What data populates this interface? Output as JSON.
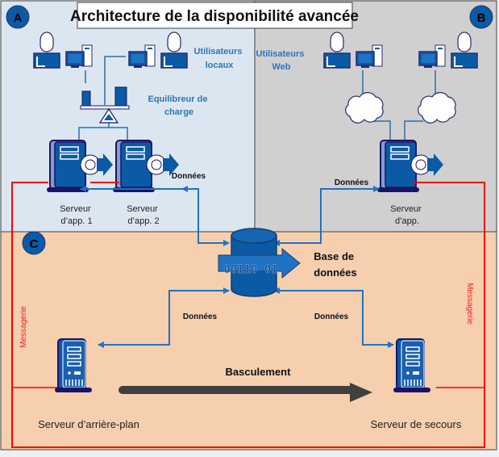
{
  "title": "Architecture de la disponibilité avancée",
  "zones": {
    "a": {
      "badge": "A",
      "color": "#dce6f1"
    },
    "b": {
      "badge": "B",
      "color": "#d0d0d0"
    },
    "c": {
      "badge": "C",
      "color": "#f5cfae"
    }
  },
  "labels": {
    "local_users": [
      "Utilisateurs",
      "locaux"
    ],
    "web_users": [
      "Utilisateurs",
      "Web"
    ],
    "load_balancer": [
      "Equilibreur de",
      "charge"
    ],
    "app_server_1": [
      "Serveur",
      "d’app. 1"
    ],
    "app_server_2": [
      "Serveur",
      "d’app. 2"
    ],
    "app_server_web": [
      "Serveur",
      "d’app."
    ],
    "database": [
      "Base de",
      "données"
    ],
    "backend_server": "Serveur d’arrière-plan",
    "backup_server": "Serveur de secours",
    "failover": "Basculement",
    "data_flow": "Données",
    "messaging": "Messagerie"
  },
  "colors": {
    "accent_blue": "#1f72c4",
    "icon_blue": "#0b5aa6",
    "icon_outline": "#1b1464",
    "messaging_red": "#ff0000",
    "failover_arrow": "#404040",
    "label_blue": "#2e75b6"
  }
}
